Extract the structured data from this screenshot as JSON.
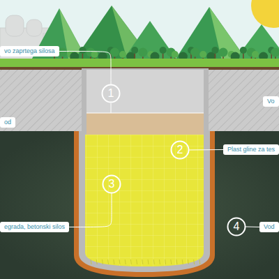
{
  "diagram": {
    "nodes": [
      {
        "text": [
          "vo zaprtega silosa"
        ]
      },
      {
        "text": [
          "1"
        ]
      },
      {
        "text": [
          "Vo"
        ]
      },
      {
        "text": [
          "od"
        ]
      },
      {
        "text": [
          "2"
        ]
      },
      {
        "text": [
          "Plast gline za tes"
        ]
      },
      {
        "text": [
          "3"
        ]
      },
      {
        "text": [
          "egrada, betonski silos"
        ]
      },
      {
        "text": [
          "4"
        ]
      },
      {
        "text": [
          "Vod"
        ]
      }
    ],
    "edges": [
      {
        "from": 0,
        "to": 1,
        "arrow": "none"
      },
      {
        "from": 4,
        "to": 5,
        "arrow": "none"
      },
      {
        "from": 7,
        "to": 6,
        "arrow": "none"
      },
      {
        "from": 8,
        "to": 9,
        "arrow": "none"
      }
    ]
  }
}
